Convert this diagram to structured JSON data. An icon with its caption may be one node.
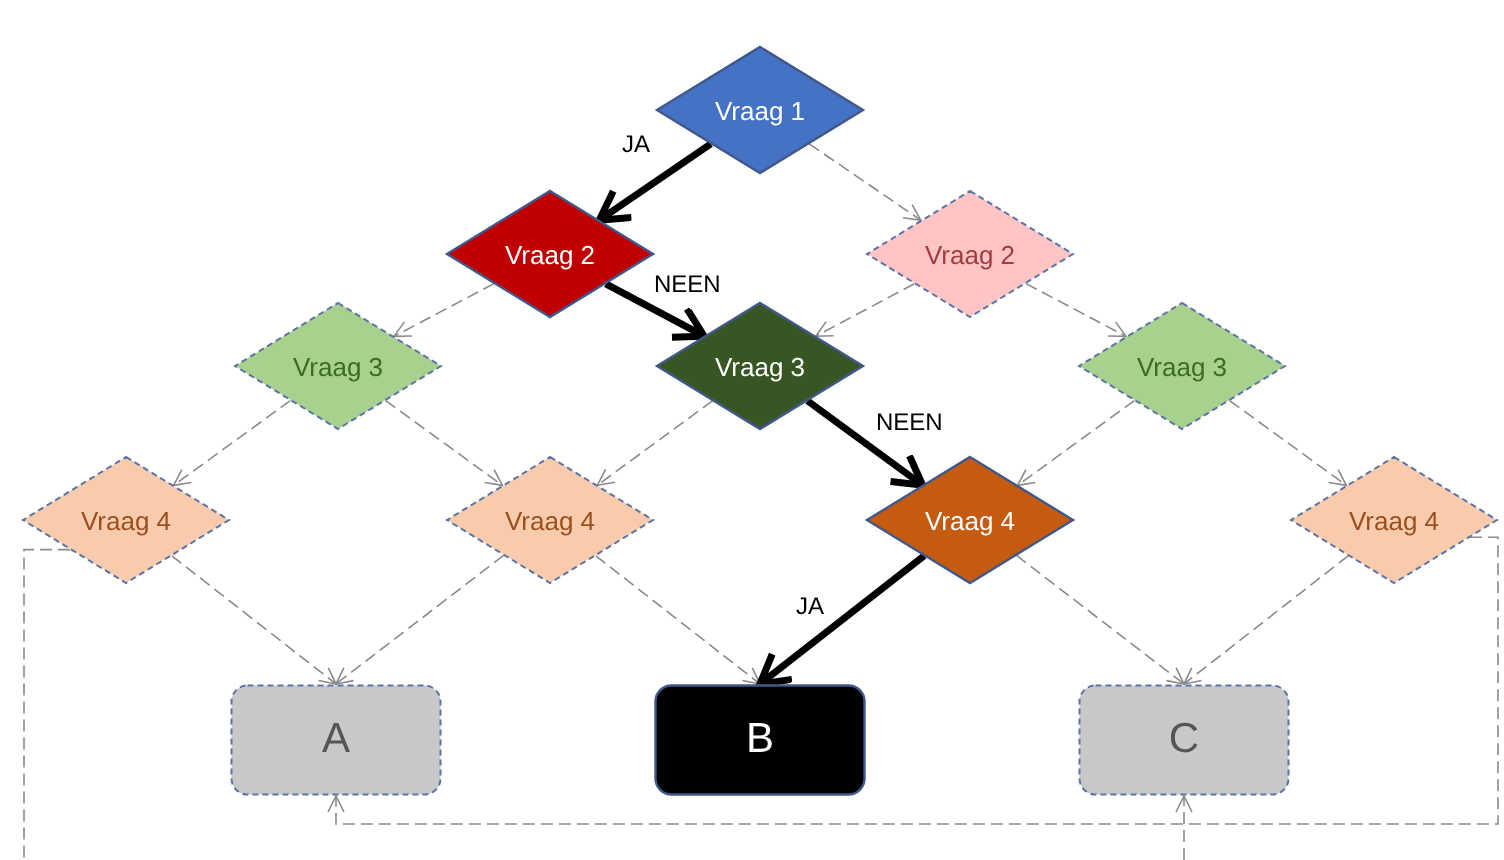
{
  "diagram": {
    "nodes": [
      {
        "text": [
          "Vraag 1"
        ]
      },
      {
        "text": [
          "Vraag 2"
        ]
      },
      {
        "text": [
          "Vraag 2"
        ]
      },
      {
        "text": [
          "Vraag 3"
        ]
      },
      {
        "text": [
          "Vraag 3"
        ]
      },
      {
        "text": [
          "Vraag 3"
        ]
      },
      {
        "text": [
          "Vraag 4"
        ]
      },
      {
        "text": [
          "Vraag 4"
        ]
      },
      {
        "text": [
          "Vraag 4"
        ]
      },
      {
        "text": [
          "Vraag 4"
        ]
      },
      {
        "text": [
          "A"
        ]
      },
      {
        "text": [
          "B"
        ]
      },
      {
        "text": [
          "C"
        ]
      }
    ],
    "edges": [
      {
        "from": 0,
        "to": 1,
        "arrow": "to",
        "label": "JA",
        "style": "thick",
        "color": "#000000"
      },
      {
        "from": 0,
        "to": 2,
        "arrow": "to",
        "style": "dashed"
      },
      {
        "from": 1,
        "to": 3,
        "arrow": "to",
        "style": "dashed"
      },
      {
        "from": 1,
        "to": 4,
        "arrow": "to",
        "label": "NEEN",
        "style": "thick",
        "color": "#000000"
      },
      {
        "from": 2,
        "to": 4,
        "arrow": "to",
        "style": "dashed"
      },
      {
        "from": 2,
        "to": 5,
        "arrow": "to",
        "style": "dashed"
      },
      {
        "from": 3,
        "to": 6,
        "arrow": "to",
        "style": "dashed"
      },
      {
        "from": 3,
        "to": 7,
        "arrow": "to",
        "style": "dashed"
      },
      {
        "from": 4,
        "to": 7,
        "arrow": "to",
        "style": "dashed"
      },
      {
        "from": 4,
        "to": 8,
        "arrow": "to",
        "label": "NEEN",
        "style": "thick",
        "color": "#000000"
      },
      {
        "from": 5,
        "to": 8,
        "arrow": "to",
        "style": "dashed"
      },
      {
        "from": 5,
        "to": 9,
        "arrow": "to",
        "style": "dashed"
      },
      {
        "from": 6,
        "to": 10,
        "arrow": "to",
        "style": "dashed"
      },
      {
        "from": 7,
        "to": 10,
        "arrow": "to",
        "style": "dashed"
      },
      {
        "from": 7,
        "to": 11,
        "arrow": "to",
        "style": "dashed"
      },
      {
        "from": 8,
        "to": 11,
        "arrow": "to",
        "label": "JA",
        "style": "thick",
        "color": "#000000"
      },
      {
        "from": 8,
        "to": 12,
        "arrow": "to",
        "style": "dashed"
      },
      {
        "from": 9,
        "to": 12,
        "arrow": "to",
        "style": "dashed"
      },
      {
        "from": 9,
        "to": 10,
        "arrow": "to",
        "style": "dashed"
      },
      {
        "from": 6,
        "to": null,
        "arrow": "none",
        "style": "dashed"
      },
      {
        "from": null,
        "to": 12,
        "arrow": "to",
        "style": "dashed"
      }
    ]
  }
}
